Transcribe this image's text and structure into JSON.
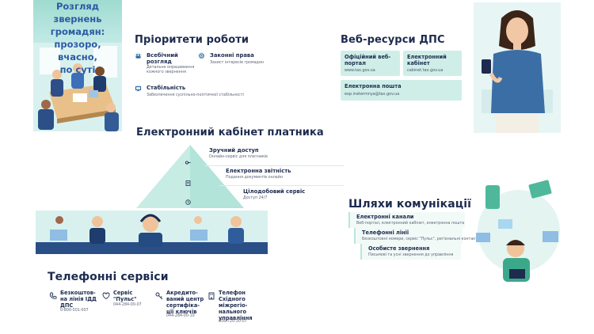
{
  "hero": {
    "title_lines": [
      "Розгляд звернень",
      "громадян:",
      "прозоро, вчасно,",
      "по суті"
    ]
  },
  "priorities": {
    "title": "Пріоритети роботи",
    "items": [
      {
        "title": "Всебічний розгляд",
        "desc": "Детальне опрацювання кожного звернення",
        "icon": "people-icon"
      },
      {
        "title": "Законні права",
        "desc": "Захист інтересів громадян",
        "icon": "gear-icon"
      },
      {
        "title": "Стабільність",
        "desc": "Забезпечення суспільно-політичної стабільності",
        "icon": "monitor-icon"
      }
    ]
  },
  "web": {
    "title": "Веб-ресурси ДПС",
    "cards": [
      {
        "title": "Офіційний веб-портал",
        "value": "www.tax.gov.ua"
      },
      {
        "title": "Електронний кабінет",
        "value": "cabinet.tax.gov.ua"
      },
      {
        "title": "Електронна пошта",
        "value": "eop.inetermnya@tax.gov.ua"
      }
    ]
  },
  "cabinet": {
    "title": "Електронний кабінет платника",
    "items": [
      {
        "title": "Зручний доступ",
        "desc": "Онлайн-сервіс для платників",
        "icon": "key-icon"
      },
      {
        "title": "Електронна звітність",
        "desc": "Подання документів онлайн",
        "icon": "document-icon"
      },
      {
        "title": "Цілодобовий сервіс",
        "desc": "Доступ 24/7",
        "icon": "clock-icon"
      }
    ]
  },
  "comm": {
    "title": "Шляхи комунікації",
    "items": [
      {
        "title": "Електронні канали",
        "desc": "Веб-портал, електронний кабінет, електронна пошта"
      },
      {
        "title": "Телефонні лінії",
        "desc": "Безкоштовні номери, сервіс \"Пульс\", регіональні контакти"
      },
      {
        "title": "Особисте звернення",
        "desc": "Письмові та усні звернення до управління"
      }
    ]
  },
  "phone": {
    "title": "Телефонні сервіси",
    "items": [
      {
        "title": "Безкоштов-\nна лінія ІДД\nДПС",
        "value": "0-800-501-007",
        "icon": "phone-icon"
      },
      {
        "title": "Сервіс\n\"Пульс\"",
        "value": "044-284-00-07",
        "icon": "pulse-icon"
      },
      {
        "title": "Акредито-\nваний центр\nсертифіка-\nції ключів",
        "value": "044-284-00-10",
        "icon": "key-icon"
      },
      {
        "title": "Телефон\nСхідного\nміжрегіо-\nнального\nуправління",
        "value": "056-720-30-07",
        "icon": "building-icon"
      }
    ]
  },
  "colors": {
    "navy": "#1d2b4f",
    "mint": "#cfeee8",
    "accent": "#2b5aa6"
  }
}
